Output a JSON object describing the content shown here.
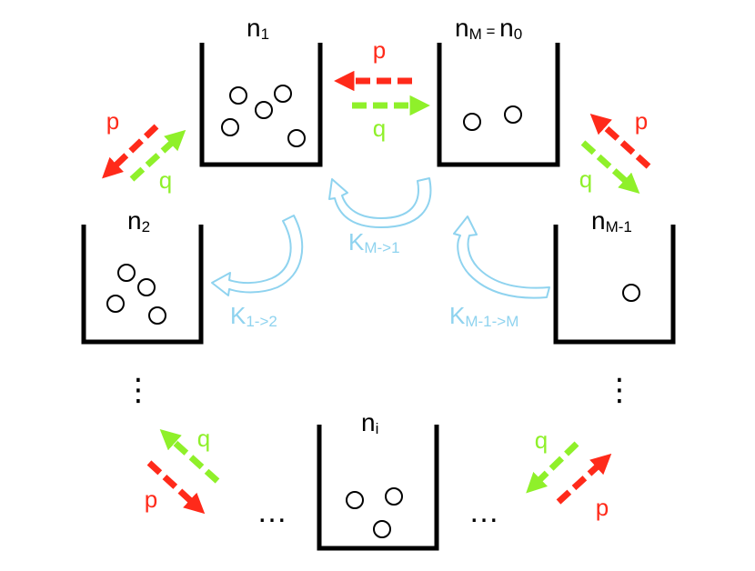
{
  "colors": {
    "p_arrow": "#ff2a1a",
    "q_arrow": "#8ff02a",
    "k_arrow": "#8fd3ef",
    "box": "#000000",
    "particle": "#000000"
  },
  "containers": {
    "n1": {
      "base": "n",
      "sub": "1",
      "particles": 5
    },
    "nM": {
      "base": "n",
      "sub": "M",
      "eq": " = ",
      "base2": "n",
      "sub2": "0",
      "particles": 2
    },
    "n2": {
      "base": "n",
      "sub": "2",
      "particles": 4
    },
    "nM1": {
      "base": "n",
      "sub": "M-1",
      "particles": 1
    },
    "ni": {
      "base": "n",
      "sub": "i",
      "particles": 3
    }
  },
  "rates": {
    "p": "p",
    "q": "q",
    "kM1": {
      "base": "K",
      "sub": "M->1"
    },
    "k12": {
      "base": "K",
      "sub": "1->2"
    },
    "kMM": {
      "base": "K",
      "sub": "M-1->M"
    }
  },
  "ellipsis": {
    "horizontal": "…",
    "vertical": "⋮"
  }
}
